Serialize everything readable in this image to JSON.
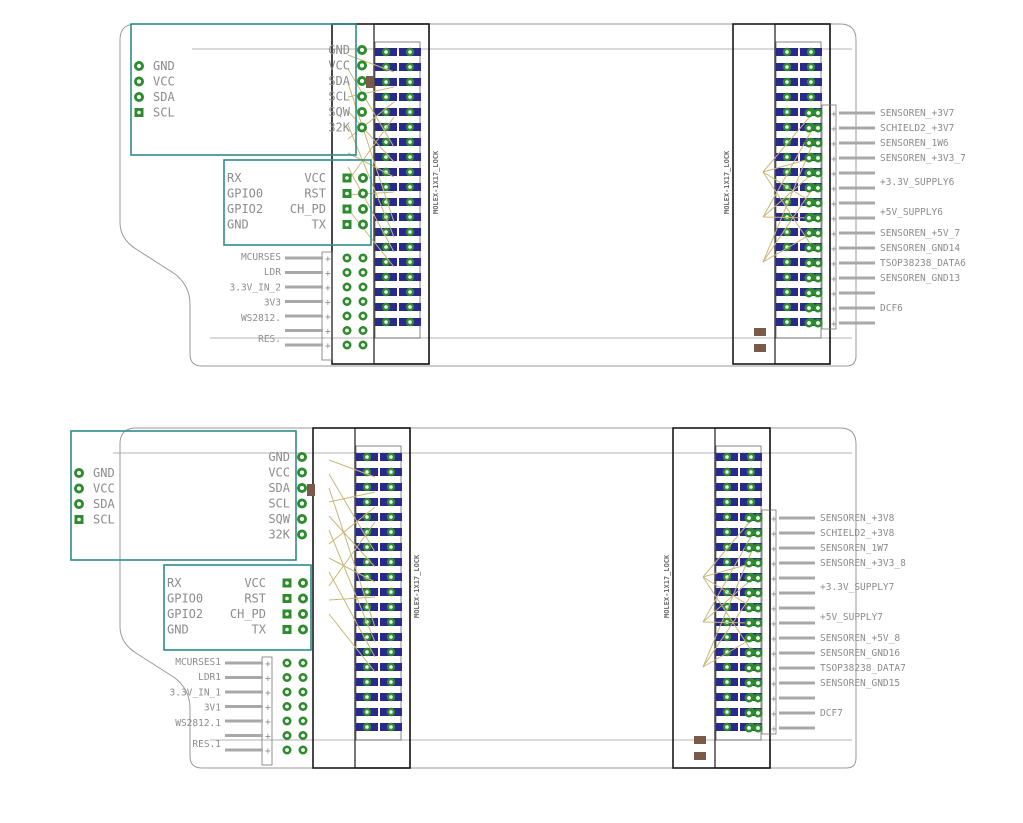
{
  "boards": [
    {
      "module_a": {
        "pins_left": [
          "GND",
          "VCC",
          "SDA",
          "SCL"
        ],
        "pins_right": [
          "GND",
          "VCC",
          "SDA",
          "SCL",
          "SQW",
          "32K"
        ]
      },
      "module_b": {
        "left": [
          "RX",
          "GPIO0",
          "GPIO2",
          "GND"
        ],
        "right": [
          "VCC",
          "RST",
          "CH_PD",
          "TX"
        ]
      },
      "header_a_label": "MOLEX-1X17_LOCK",
      "header_b_label": "MOLEX-1X17_LOCK",
      "left_connector_labels": [
        "MCURSES",
        "LDR",
        "3.3V_IN_2",
        "3V3",
        "WS2812.",
        "RES."
      ],
      "right_connector_labels": [
        "SENSOREN_+3V7",
        "SCHIELD2_+3V7",
        "SENSOREN_1W6",
        "SENSOREN_+3V3_7",
        "+3.3V_SUPPLY6",
        "+5V_SUPPLY6",
        "SENSOREN_+5V_7",
        "SENSOREN_GND14",
        "TSOP38238_DATA6",
        "SENSOREN_GND13",
        "DCF6"
      ]
    },
    {
      "module_a": {
        "pins_left": [
          "GND",
          "VCC",
          "SDA",
          "SCL"
        ],
        "pins_right": [
          "GND",
          "VCC",
          "SDA",
          "SCL",
          "SQW",
          "32K"
        ]
      },
      "module_b": {
        "left": [
          "RX",
          "GPIO0",
          "GPIO2",
          "GND"
        ],
        "right": [
          "VCC",
          "RST",
          "CH_PD",
          "TX"
        ]
      },
      "header_a_label": "MOLEX-1X17_LOCK",
      "header_b_label": "MOLEX-1X17_LOCK",
      "left_connector_labels": [
        "MCURSES1",
        "LDR1",
        "3.3V_IN_1",
        "3V1",
        "WS2812.1",
        "RES.1"
      ],
      "right_connector_labels": [
        "SENSOREN_+3V8",
        "SCHIELD2_+3V8",
        "SENSOREN_1W7",
        "SENSOREN_+3V3_8",
        "+3.3V_SUPPLY7",
        "+5V_SUPPLY7",
        "SENSOREN_+5V_8",
        "SENSOREN_GND16",
        "TSOP38238_DATA7",
        "SENSOREN_GND15",
        "DCF7"
      ]
    }
  ],
  "colors": {
    "outline": "#9a9a9a",
    "module": "#2e8b8b",
    "frame": "#1a1a1a",
    "pad_green": "#2e8b2e",
    "pad_blue": "#2a2a8c",
    "trace": "#c8b878",
    "smd": "#7a5a4a",
    "pin_line": "#a8a8a8"
  },
  "icons": [
    "solder-pad-icon",
    "square-pad-icon",
    "pin-connector-icon"
  ]
}
